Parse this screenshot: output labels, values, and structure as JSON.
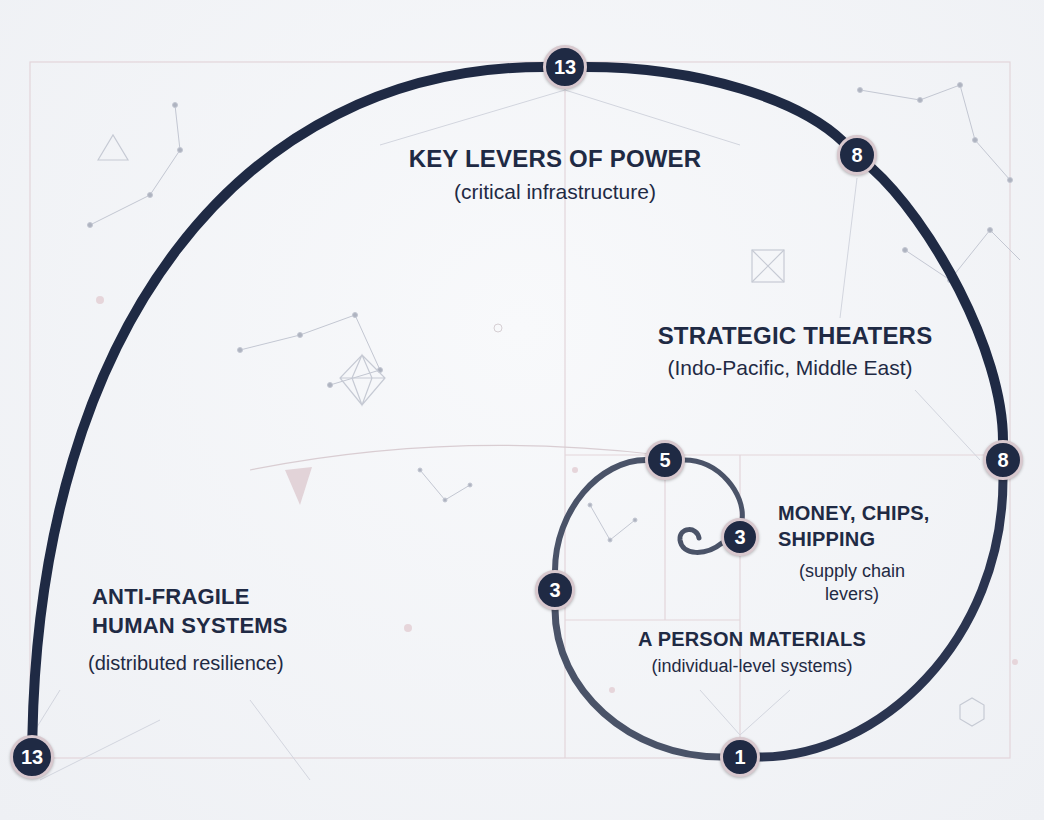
{
  "diagram": {
    "nodes": [
      {
        "text": [
          "13"
        ]
      },
      {
        "text": [
          "8"
        ]
      },
      {
        "text": [
          "8"
        ]
      },
      {
        "text": [
          "5"
        ]
      },
      {
        "text": [
          "3"
        ]
      },
      {
        "text": [
          "3"
        ]
      },
      {
        "text": [
          "1"
        ]
      },
      {
        "text": [
          "13"
        ]
      }
    ],
    "edges": [
      {
        "from": 7,
        "to": 0,
        "arrow": "none"
      },
      {
        "from": 0,
        "to": 1,
        "arrow": "none"
      },
      {
        "from": 1,
        "to": 2,
        "arrow": "none"
      },
      {
        "from": 2,
        "to": 6,
        "arrow": "none"
      },
      {
        "from": 6,
        "to": 5,
        "arrow": "none"
      },
      {
        "from": 5,
        "to": 3,
        "arrow": "none"
      },
      {
        "from": 3,
        "to": 4,
        "arrow": "none"
      }
    ],
    "labels": [
      "KEY LEVERS OF POWER",
      "(critical infrastructure)",
      "STRATEGIC THEATERS",
      "(Indo-Pacific, Middle East)",
      "MONEY, CHIPS, SHIPPING",
      "(supply chain levers)",
      "A PERSON MATERIALS",
      "(individual-level systems)",
      "ANTI-FRAGILE HUMAN SYSTEMS",
      "(distributed resilience)"
    ]
  }
}
